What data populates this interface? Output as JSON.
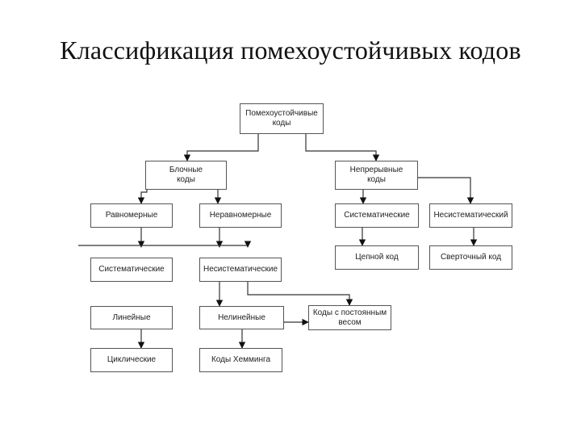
{
  "title": "Классификация помехоустойчивых кодов",
  "nodes": {
    "root": "Помехоустойчивые\nкоды",
    "block": "Блочные\nкоды",
    "continuous": "Непрерывные\nкоды",
    "uniform": "Равномерные",
    "nonuniform": "Неравномерные",
    "systematic_cont": "Систематические",
    "nonsystematic_cont": "Несистематический",
    "systematic_block": "Систематические",
    "nonsystematic_block": "Несистематические",
    "chain": "Цепной код",
    "convolutional": "Сверточный код",
    "linear": "Линейные",
    "nonlinear": "Нелинейные",
    "constant_weight": "Коды с постоянным\nвесом",
    "cyclic": "Циклические",
    "hamming": "Коды Хемминга"
  }
}
